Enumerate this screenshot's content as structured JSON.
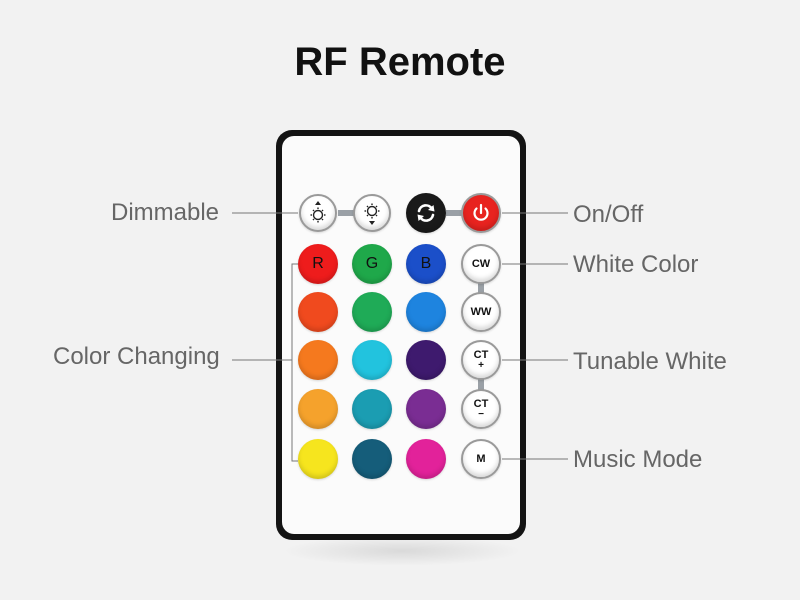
{
  "title": "RF Remote",
  "callouts": {
    "dimmable": "Dimmable",
    "color_changing": "Color Changing",
    "on_off": "On/Off",
    "white_color": "White Color",
    "tunable_white": "Tunable White",
    "music_mode": "Music Mode"
  },
  "buttons": {
    "r": "R",
    "g": "G",
    "b": "B",
    "cw": "CW",
    "ww": "WW",
    "ct": "CT",
    "ct_plus": "+",
    "ct_minus": "−",
    "m": "M"
  },
  "colors": {
    "row1": [
      "#ee1c1c",
      "#1fa84a",
      "#1b4fc9"
    ],
    "row2": [
      "#f04a1e",
      "#1fab57",
      "#1e84df"
    ],
    "row3": [
      "#f5791e",
      "#22c3de",
      "#3e1a6e"
    ],
    "row4": [
      "#f5a22c",
      "#1b9db2",
      "#7a2d93"
    ],
    "row5": [
      "#f6e51e",
      "#155d7a",
      "#e2229a"
    ],
    "power": "#e8231f",
    "mode": "#1a1a1a"
  }
}
